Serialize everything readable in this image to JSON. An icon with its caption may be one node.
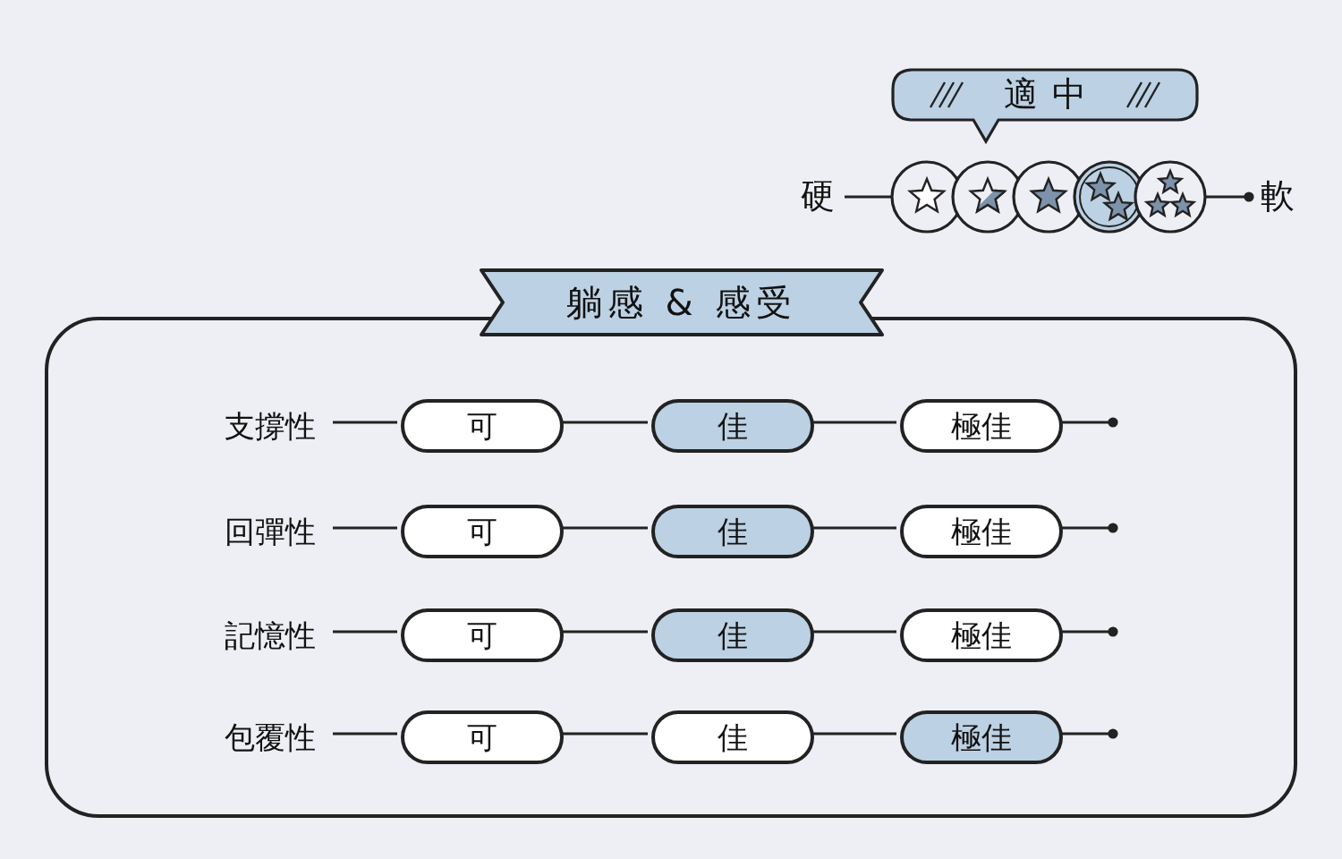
{
  "diagram": {
    "nodes": [
      {
        "text": [
          "適中"
        ]
      },
      {
        "text": [
          "硬"
        ]
      },
      {
        "text": [],
        "shape": "circle"
      },
      {
        "text": [],
        "shape": "circle"
      },
      {
        "text": [],
        "shape": "circle"
      },
      {
        "text": [],
        "shape": "circle"
      },
      {
        "text": [],
        "shape": "circle"
      },
      {
        "text": [
          "軟"
        ]
      },
      {
        "text": [
          "躺感 & 感受"
        ]
      },
      {
        "text": [
          "支撐性"
        ],
        "in": 8
      },
      {
        "text": [
          "可"
        ],
        "in": 8
      },
      {
        "text": [
          "佳"
        ],
        "in": 8
      },
      {
        "text": [
          "極佳"
        ],
        "in": 8
      },
      {
        "text": [
          "回彈性"
        ],
        "in": 8
      },
      {
        "text": [
          "可"
        ],
        "in": 8
      },
      {
        "text": [
          "佳"
        ],
        "in": 8
      },
      {
        "text": [
          "極佳"
        ],
        "in": 8
      },
      {
        "text": [
          "記憶性"
        ],
        "in": 8
      },
      {
        "text": [
          "可"
        ],
        "in": 8
      },
      {
        "text": [
          "佳"
        ],
        "in": 8
      },
      {
        "text": [
          "極佳"
        ],
        "in": 8
      },
      {
        "text": [
          "包覆性"
        ],
        "in": 8
      },
      {
        "text": [
          "可"
        ],
        "in": 8
      },
      {
        "text": [
          "佳"
        ],
        "in": 8
      },
      {
        "text": [
          "極佳"
        ],
        "in": 8
      }
    ],
    "edges": [
      {
        "from": 1,
        "to": 2,
        "arrow": "none"
      },
      {
        "from": 6,
        "to": 7,
        "arrow": "other"
      },
      {
        "from": 9,
        "to": 10,
        "arrow": "none"
      },
      {
        "from": 10,
        "to": 11,
        "arrow": "none"
      },
      {
        "from": 11,
        "to": 12,
        "arrow": "none"
      },
      {
        "from": 12,
        "to": null,
        "arrow": "other"
      },
      {
        "from": 13,
        "to": 14,
        "arrow": "none"
      },
      {
        "from": 14,
        "to": 15,
        "arrow": "none"
      },
      {
        "from": 15,
        "to": 16,
        "arrow": "none"
      },
      {
        "from": 16,
        "to": null,
        "arrow": "other"
      },
      {
        "from": 17,
        "to": 18,
        "arrow": "none"
      },
      {
        "from": 18,
        "to": 19,
        "arrow": "none"
      },
      {
        "from": 19,
        "to": 20,
        "arrow": "none"
      },
      {
        "from": 20,
        "to": null,
        "arrow": "other"
      },
      {
        "from": 21,
        "to": 22,
        "arrow": "none"
      },
      {
        "from": 22,
        "to": 23,
        "arrow": "none"
      },
      {
        "from": 23,
        "to": 24,
        "arrow": "none"
      },
      {
        "from": 24,
        "to": null,
        "arrow": "other"
      }
    ]
  }
}
